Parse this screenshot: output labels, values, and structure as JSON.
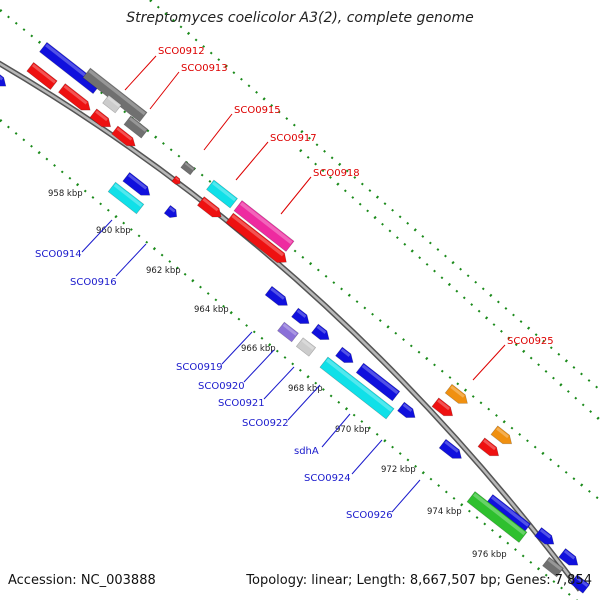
{
  "title": "Streptomyces coelicolor A3(2), complete genome",
  "footer": {
    "accession": "Accession: NC_003888",
    "summary": "Topology: linear; Length: 8,667,507 bp; Genes: 7,854"
  },
  "colors": {
    "backbone": "#8a8a8a",
    "tick": "#1a8a1a",
    "gene_label_forward": "#dd0000",
    "gene_label_reverse": "#1a1acc",
    "scale_label": "#222222",
    "red": "#ee1111",
    "blue": "#1010dd",
    "gray": "#707070",
    "lightgray": "#cccccc",
    "cyan": "#10e0e8",
    "magenta": "#ee2aa0",
    "orange": "#f09010",
    "green": "#2ec02e",
    "lavender": "#8a70d8"
  },
  "scale_labels": [
    "958 kbp",
    "960 kbp",
    "962 kbp",
    "964 kbp",
    "966 kbp",
    "968 kbp",
    "970 kbp",
    "972 kbp",
    "974 kbp",
    "976 kbp"
  ],
  "gene_labels": [
    {
      "text": "SCO0912",
      "strand": "forward"
    },
    {
      "text": "SCO0913",
      "strand": "forward"
    },
    {
      "text": "SCO0915",
      "strand": "forward"
    },
    {
      "text": "SCO0917",
      "strand": "forward"
    },
    {
      "text": "SCO0918",
      "strand": "forward"
    },
    {
      "text": "SCO0925",
      "strand": "forward"
    },
    {
      "text": "SCO0914",
      "strand": "reverse"
    },
    {
      "text": "SCO0916",
      "strand": "reverse"
    },
    {
      "text": "SCO0919",
      "strand": "reverse"
    },
    {
      "text": "SCO0920",
      "strand": "reverse"
    },
    {
      "text": "SCO0921",
      "strand": "reverse"
    },
    {
      "text": "SCO0922",
      "strand": "reverse"
    },
    {
      "text": "sdhA",
      "strand": "reverse"
    },
    {
      "text": "SCO0924",
      "strand": "reverse"
    },
    {
      "text": "SCO0926",
      "strand": "reverse"
    }
  ]
}
